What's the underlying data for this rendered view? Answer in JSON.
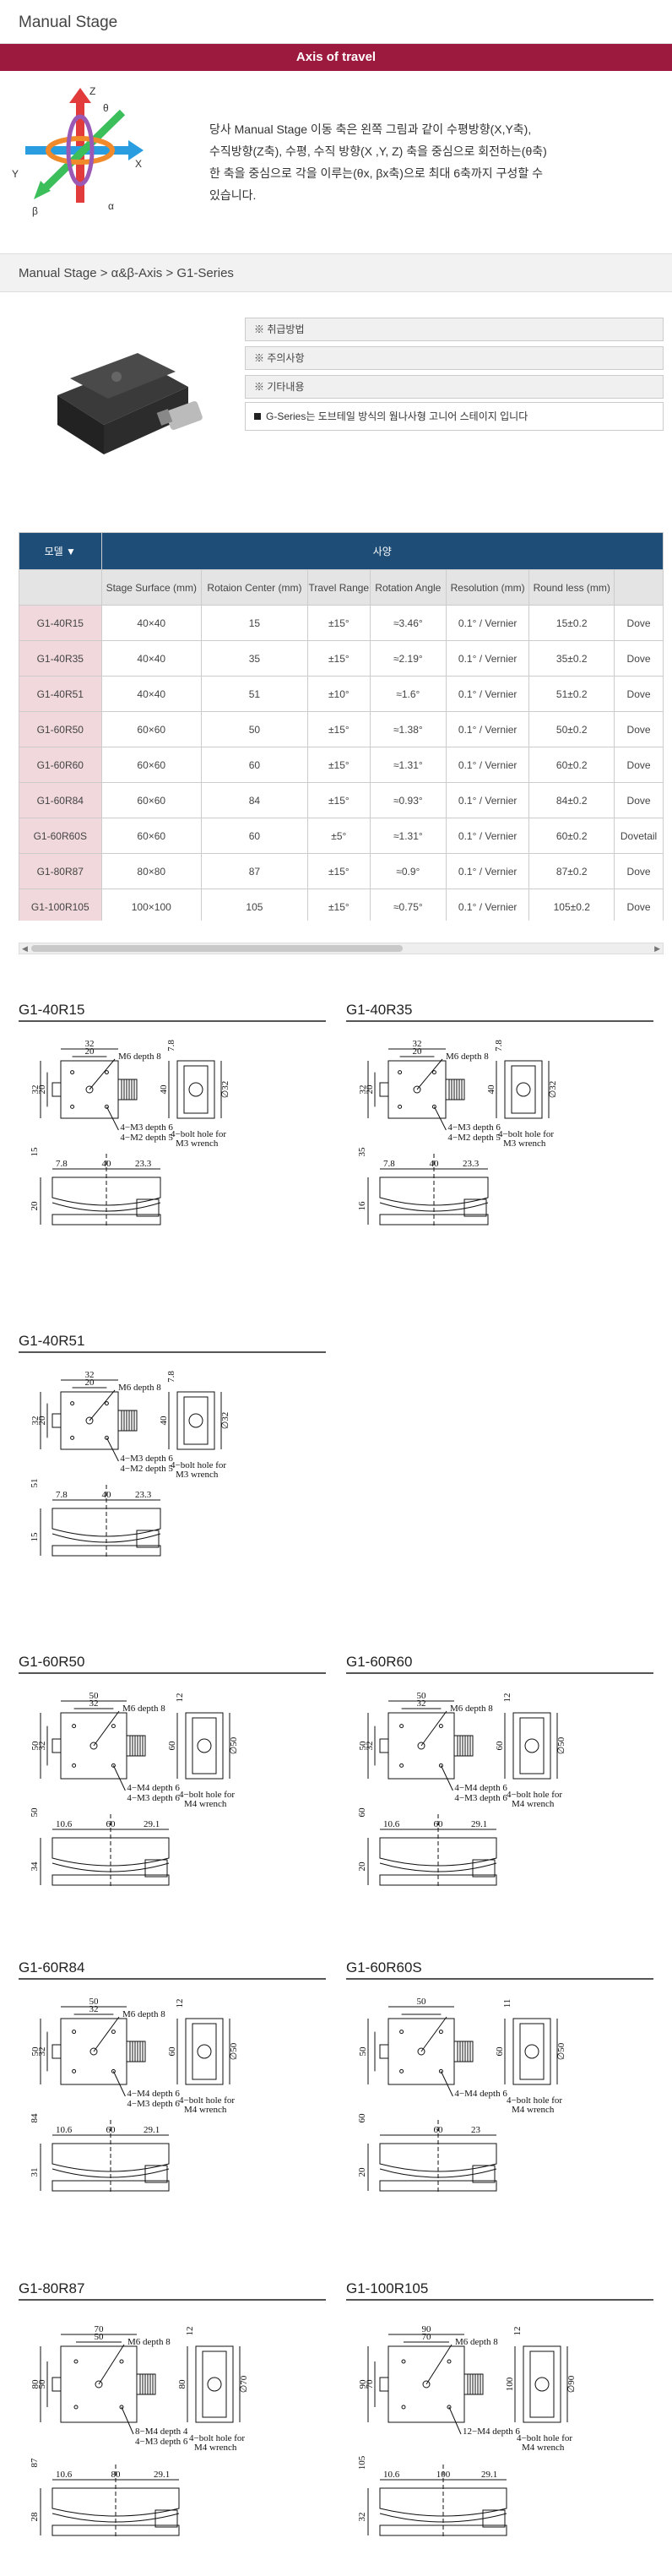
{
  "page_title": "Manual Stage",
  "axis": {
    "bar_title": "Axis of travel",
    "labels": {
      "z": "Z",
      "theta": "θ",
      "x": "X",
      "y": "Y",
      "beta": "β",
      "alpha": "α"
    },
    "description": "당사 Manual Stage 이동 축은 왼쪽 그림과 같이 수평방향(X,Y축),\n수직방향(Z축), 수평, 수직 방향(X ,Y, Z) 축을 중심으로 회전하는(θ축)\n한 축을 중심으로 각을 이루는(θx, βx축)으로 최대 6축까지 구성할 수\n있습니다."
  },
  "breadcrumb": "Manual Stage > α&β-Axis > G1-Series",
  "accordion": [
    {
      "label": "※ 취급방법"
    },
    {
      "label": "※ 주의사항"
    },
    {
      "label": "※ 기타내용"
    }
  ],
  "note": "G-Series는 도브테일 방식의 웜나사형 고니어 스테이지 입니다",
  "table": {
    "model_header": "모델 ▼",
    "spec_header": "사양",
    "columns": [
      "Stage Surface (mm)",
      "Rotaion Center (mm)",
      "Travel Range",
      "Rotation Angle",
      "Resolution (mm)",
      "Round less (mm)",
      ""
    ],
    "rows": [
      {
        "model": "G1-40R15",
        "cells": [
          "40×40",
          "15",
          "±15°",
          "≈3.46°",
          "0.1° / Vernier",
          "15±0.2",
          "Dove"
        ]
      },
      {
        "model": "G1-40R35",
        "cells": [
          "40×40",
          "35",
          "±15°",
          "≈2.19°",
          "0.1° / Vernier",
          "35±0.2",
          "Dove"
        ]
      },
      {
        "model": "G1-40R51",
        "cells": [
          "40×40",
          "51",
          "±10°",
          "≈1.6°",
          "0.1° / Vernier",
          "51±0.2",
          "Dove"
        ]
      },
      {
        "model": "G1-60R50",
        "cells": [
          "60×60",
          "50",
          "±15°",
          "≈1.38°",
          "0.1° / Vernier",
          "50±0.2",
          "Dove"
        ]
      },
      {
        "model": "G1-60R60",
        "cells": [
          "60×60",
          "60",
          "±15°",
          "≈1.31°",
          "0.1° / Vernier",
          "60±0.2",
          "Dove"
        ]
      },
      {
        "model": "G1-60R84",
        "cells": [
          "60×60",
          "84",
          "±15°",
          "≈0.93°",
          "0.1° / Vernier",
          "84±0.2",
          "Dove"
        ]
      },
      {
        "model": "G1-60R60S",
        "cells": [
          "60×60",
          "60",
          "±5°",
          "≈1.31°",
          "0.1° / Vernier",
          "60±0.2",
          "Dovetail"
        ]
      },
      {
        "model": "G1-80R87",
        "cells": [
          "80×80",
          "87",
          "±15°",
          "≈0.9°",
          "0.1° / Vernier",
          "87±0.2",
          "Dove"
        ]
      },
      {
        "model": "G1-100R105",
        "cells": [
          "100×100",
          "105",
          "±15°",
          "≈0.75°",
          "0.1° / Vernier",
          "105±0.2",
          "Dove"
        ]
      }
    ]
  },
  "drawings": [
    {
      "title": "G1-40R15",
      "dims": {
        "top_outer": "32",
        "top_inner": "20",
        "left_outer": "32",
        "left_inner": "20",
        "side_top": "7.8",
        "side_height": "40",
        "side_dia": "∅32",
        "front_left": "7.8",
        "front_mid": "40",
        "front_right": "23.3",
        "front_h1": "15",
        "front_h2": "20"
      },
      "callouts": [
        "M6 depth 8",
        "4−M3 depth 6",
        "4−M2 depth 5",
        "4−bolt hole for",
        "M3 wrench"
      ]
    },
    {
      "title": "G1-40R35",
      "dims": {
        "top_outer": "32",
        "top_inner": "20",
        "left_outer": "32",
        "left_inner": "20",
        "side_top": "7.8",
        "side_height": "40",
        "side_dia": "∅32",
        "front_left": "7.8",
        "front_mid": "40",
        "front_right": "23.3",
        "front_h1": "35",
        "front_h2": "16"
      },
      "callouts": [
        "M6 depth 8",
        "4−M3 depth 6",
        "4−M2 depth 5",
        "4−bolt hole for",
        "M3 wrench"
      ]
    },
    {
      "title": "G1-40R51",
      "dims": {
        "top_outer": "32",
        "top_inner": "20",
        "left_outer": "32",
        "left_inner": "20",
        "side_top": "7.8",
        "side_height": "40",
        "side_dia": "∅32",
        "front_left": "7.8",
        "front_mid": "40",
        "front_right": "23.3",
        "front_h1": "51",
        "front_h2": "15"
      },
      "callouts": [
        "M6 depth 8",
        "4−M3 depth 6",
        "4−M2 depth 5",
        "4−bolt hole for",
        "M3 wrench"
      ]
    },
    {
      "title": "G1-60R50",
      "dims": {
        "top_outer": "50",
        "top_inner": "32",
        "left_outer": "50",
        "left_inner": "32",
        "side_top": "12",
        "side_height": "60",
        "side_dia": "∅50",
        "front_left": "10.6",
        "front_mid": "60",
        "front_right": "29.1",
        "front_h1": "50",
        "front_h2": "34"
      },
      "callouts": [
        "M6 depth 8",
        "4−M4 depth 6",
        "4−M3 depth 6",
        "4−bolt hole for",
        "M4 wrench"
      ]
    },
    {
      "title": "G1-60R60",
      "dims": {
        "top_outer": "50",
        "top_inner": "32",
        "left_outer": "50",
        "left_inner": "32",
        "side_top": "12",
        "side_height": "60",
        "side_dia": "∅50",
        "front_left": "10.6",
        "front_mid": "60",
        "front_right": "29.1",
        "front_h1": "60",
        "front_h2": "20"
      },
      "callouts": [
        "M6 depth 8",
        "4−M4 depth 6",
        "4−M3 depth 6",
        "4−bolt hole for",
        "M4 wrench"
      ]
    },
    {
      "title": "G1-60R84",
      "dims": {
        "top_outer": "50",
        "top_inner": "32",
        "left_outer": "50",
        "left_inner": "32",
        "side_top": "12",
        "side_height": "60",
        "side_dia": "∅50",
        "front_left": "10.6",
        "front_mid": "60",
        "front_right": "29.1",
        "front_h1": "84",
        "front_h2": "31"
      },
      "callouts": [
        "M6 depth 8",
        "4−M4 depth 6",
        "4−M3 depth 6",
        "4−bolt hole for",
        "M4 wrench"
      ]
    },
    {
      "title": "G1-60R60S",
      "dims": {
        "top_outer": "50",
        "top_inner": "",
        "left_outer": "50",
        "left_inner": "",
        "side_top": "11",
        "side_height": "60",
        "side_dia": "∅50",
        "front_left": "",
        "front_mid": "60",
        "front_right": "23",
        "front_h1": "60",
        "front_h2": "20"
      },
      "callouts": [
        "",
        "4−M4 depth 6",
        "",
        "4−bolt hole for",
        "M4 wrench"
      ]
    },
    {
      "title": "G1-80R87",
      "dims": {
        "top_outer": "70",
        "top_inner": "50",
        "left_outer": "80",
        "left_inner": "50",
        "side_top": "12",
        "side_height": "80",
        "side_dia": "∅70",
        "front_left": "10.6",
        "front_mid": "80",
        "front_right": "29.1",
        "front_h1": "87",
        "front_h2": "28"
      },
      "callouts": [
        "M6 depth 8",
        "8−M4 depth 4",
        "4−M3 depth 6",
        "4−bolt hole for",
        "M4 wrench"
      ]
    },
    {
      "title": "G1-100R105",
      "dims": {
        "top_outer": "90",
        "top_inner": "70",
        "left_outer": "90",
        "left_inner": "70",
        "side_top": "12",
        "side_height": "100",
        "side_dia": "∅90",
        "front_left": "10.6",
        "front_mid": "100",
        "front_right": "29.1",
        "front_h1": "105",
        "front_h2": "32"
      },
      "callouts": [
        "M6 depth 8",
        "12−M4 depth 6",
        "",
        "4−bolt hole for",
        "M4 wrench"
      ]
    }
  ]
}
